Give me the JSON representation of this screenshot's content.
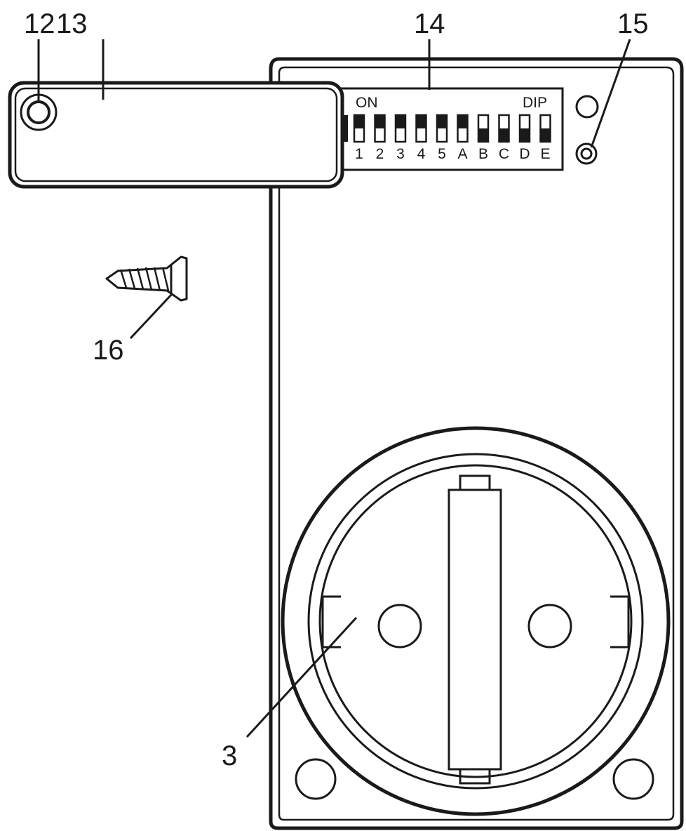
{
  "callouts": {
    "c12": "12",
    "c13": "13",
    "c14": "14",
    "c15": "15",
    "c16": "16",
    "c3": "3"
  },
  "dip_switch": {
    "on_label": "ON",
    "dip_label": "DIP",
    "switches": [
      {
        "label": "1",
        "state": "on"
      },
      {
        "label": "2",
        "state": "on"
      },
      {
        "label": "3",
        "state": "on"
      },
      {
        "label": "4",
        "state": "on"
      },
      {
        "label": "5",
        "state": "on"
      },
      {
        "label": "A",
        "state": "on"
      },
      {
        "label": "B",
        "state": "off"
      },
      {
        "label": "C",
        "state": "off"
      },
      {
        "label": "D",
        "state": "off"
      },
      {
        "label": "E",
        "state": "off"
      }
    ]
  },
  "colors": {
    "line": "#1a1a1a",
    "background": "#ffffff"
  }
}
